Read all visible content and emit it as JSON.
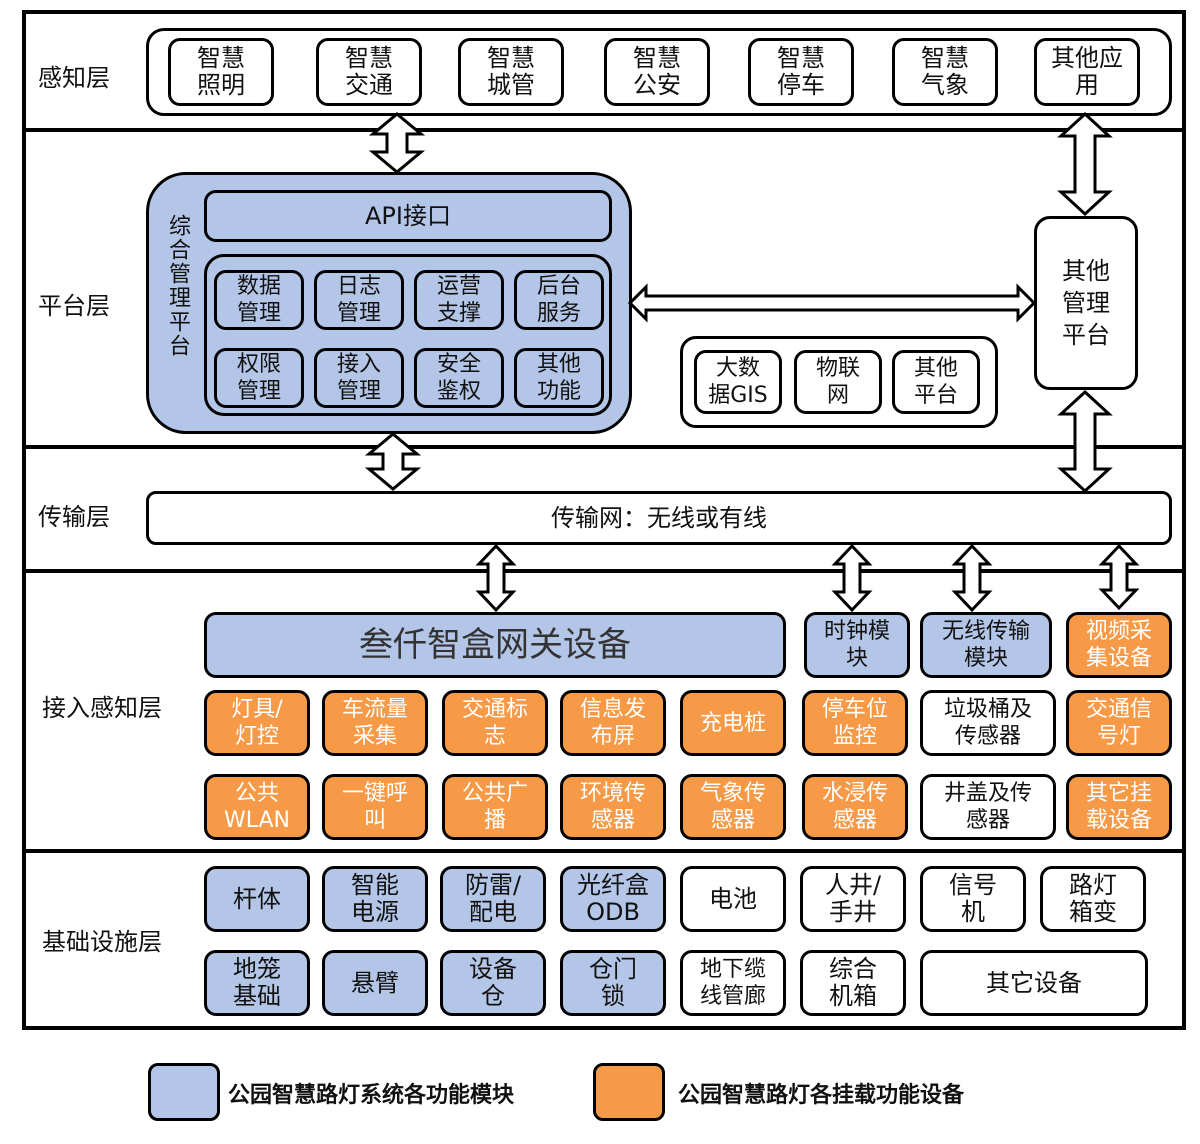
{
  "colors": {
    "module_blue": "#b4c6e7",
    "device_orange": "#f79a48",
    "neutral_white": "#ffffff",
    "border": "#000000"
  },
  "layers": {
    "perception": {
      "label": "感知层",
      "apps": [
        {
          "line1": "智慧",
          "line2": "照明"
        },
        {
          "line1": "智慧",
          "line2": "交通"
        },
        {
          "line1": "智慧",
          "line2": "城管"
        },
        {
          "line1": "智慧",
          "line2": "公安"
        },
        {
          "line1": "智慧",
          "line2": "停车"
        },
        {
          "line1": "智慧",
          "line2": "气象"
        },
        {
          "line1": "其他应",
          "line2": "用"
        }
      ]
    },
    "platform": {
      "label": "平台层",
      "integrated_platform_label": "综合管理平台",
      "api_label": "API接口",
      "modules": [
        {
          "line1": "数据",
          "line2": "管理"
        },
        {
          "line1": "日志",
          "line2": "管理"
        },
        {
          "line1": "运营",
          "line2": "支撑"
        },
        {
          "line1": "后台",
          "line2": "服务"
        },
        {
          "line1": "权限",
          "line2": "管理"
        },
        {
          "line1": "接入",
          "line2": "管理"
        },
        {
          "line1": "安全",
          "line2": "鉴权"
        },
        {
          "line1": "其他",
          "line2": "功能"
        }
      ],
      "other_platforms": [
        {
          "line1": "大数",
          "line2": "据GIS"
        },
        {
          "line1": "物联",
          "line2": "网"
        },
        {
          "line1": "其他",
          "line2": "平台"
        }
      ],
      "other_mgmt": {
        "line1": "其他",
        "line2": "管理",
        "line3": "平台"
      }
    },
    "transport": {
      "label": "传输层",
      "network_label": "传输网：无线或有线"
    },
    "access": {
      "label": "接入感知层",
      "gateway_label": "叁仟智盒网关设备",
      "top_modules": [
        {
          "line1": "时钟模",
          "line2": "块",
          "type": "blue"
        },
        {
          "line1": "无线传输",
          "line2": "模块",
          "type": "blue"
        },
        {
          "line1": "视频采",
          "line2": "集设备",
          "type": "orange"
        }
      ],
      "row1": [
        {
          "line1": "灯具/",
          "line2": "灯控",
          "type": "orange"
        },
        {
          "line1": "车流量",
          "line2": "采集",
          "type": "orange"
        },
        {
          "line1": "交通标",
          "line2": "志",
          "type": "orange"
        },
        {
          "line1": "信息发",
          "line2": "布屏",
          "type": "orange"
        },
        {
          "line1": "充电桩",
          "line2": "",
          "type": "orange"
        },
        {
          "line1": "停车位",
          "line2": "监控",
          "type": "orange"
        },
        {
          "line1": "垃圾桶及",
          "line2": "传感器",
          "type": "white"
        },
        {
          "line1": "交通信",
          "line2": "号灯",
          "type": "orange"
        }
      ],
      "row2": [
        {
          "line1": "公共",
          "line2": "WLAN",
          "type": "orange"
        },
        {
          "line1": "一键呼",
          "line2": "叫",
          "type": "orange"
        },
        {
          "line1": "公共广",
          "line2": "播",
          "type": "orange"
        },
        {
          "line1": "环境传",
          "line2": "感器",
          "type": "orange"
        },
        {
          "line1": "气象传",
          "line2": "感器",
          "type": "orange"
        },
        {
          "line1": "水浸传",
          "line2": "感器",
          "type": "orange"
        },
        {
          "line1": "井盖及传",
          "line2": "感器",
          "type": "white"
        },
        {
          "line1": "其它挂",
          "line2": "载设备",
          "type": "orange"
        }
      ]
    },
    "infrastructure": {
      "label": "基础设施层",
      "row1": [
        {
          "line1": "杆体",
          "line2": "",
          "type": "blue"
        },
        {
          "line1": "智能",
          "line2": "电源",
          "type": "blue"
        },
        {
          "line1": "防雷/",
          "line2": "配电",
          "type": "blue"
        },
        {
          "line1": "光纤盒",
          "line2": "ODB",
          "type": "blue"
        },
        {
          "line1": "电池",
          "line2": "",
          "type": "white"
        },
        {
          "line1": "人井/",
          "line2": "手井",
          "type": "white"
        },
        {
          "line1": "信号",
          "line2": "机",
          "type": "white"
        },
        {
          "line1": "路灯",
          "line2": "箱变",
          "type": "white"
        }
      ],
      "row2": [
        {
          "line1": "地笼",
          "line2": "基础",
          "type": "blue"
        },
        {
          "line1": "悬臂",
          "line2": "",
          "type": "blue"
        },
        {
          "line1": "设备",
          "line2": "仓",
          "type": "blue"
        },
        {
          "line1": "仓门",
          "line2": "锁",
          "type": "blue"
        },
        {
          "line1": "地下缆",
          "line2": "线管廊",
          "type": "white"
        },
        {
          "line1": "综合",
          "line2": "机箱",
          "type": "white"
        },
        {
          "line1": "其它设备",
          "line2": "",
          "type": "white"
        }
      ]
    }
  },
  "legend": [
    {
      "label": "公园智慧路灯系统各功能模块",
      "color": "#b4c6e7"
    },
    {
      "label": "公园智慧路灯各挂载功能设备",
      "color": "#f79a48"
    }
  ]
}
